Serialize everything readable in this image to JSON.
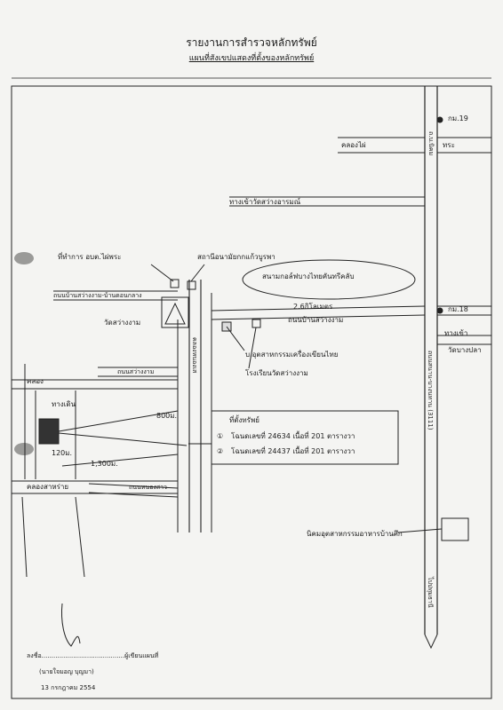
{
  "title": "รายงานการสำรวจหลักทรัพย์",
  "subtitle": "แผนที่สังเขปแสดงที่ตั้งของหลักทรัพย์",
  "labels": {
    "km19": "กม.19",
    "khlong_khai": "คลองไผ่",
    "road_north_left": "ถ.บ.นิคม",
    "road_north_right": "ทระ",
    "junction_wat": "ทางเข้าวัดสว่างอารมณ์",
    "subdistrict_office": "ที่ทำการ อบต.ไผ่พระ",
    "health_station": "สถานีอนามัยกกแก้วบูรพา",
    "golf_course": "สนามกอล์ฟบางไทยคันทรีคลับ",
    "road_bansawangngam": "ถนนบ้านสว่างงาม-บ้านดอนกลาง",
    "wat_sawang": "วัดสว่างงาม",
    "distance_26km": "2.6กิโลเมตร",
    "village_road": "ถนนบ้านสว่างงาม",
    "km18": "กม.18",
    "junction_wat_bangpla": "ทางเข้า",
    "wat_bangpla": "วัดบางปลา",
    "factory": "บ.อุตสาหกรรมเครื่องเขียนไทย",
    "school": "โรงเรียนวัดสว่างงาม",
    "khlong": "คลอง",
    "road_sawangngam": "ถนนสว่างงาม",
    "highway": "ถนนสนาน-บางนทาน (3111)",
    "irrigation_road": "คลองหนองเส",
    "walkway": "ทางเดิน",
    "dist_800": "800ม.",
    "dist_120": "120ม.",
    "dist_1300": "1,300ม.",
    "khlong_samrai": "คลองสาหร่าย",
    "road_nong_sao": "ถนนหนองสาว",
    "food_factory": "นิคมอุตสาหกรรมอาหารบ้านศึก",
    "to_bangkok": "ไปปทุมธานี"
  },
  "property_box": {
    "header": "ที่ตั้งทรัพย์",
    "items": [
      {
        "num": "①",
        "text": "โฉนดเลขที่ 24634 เนื้อที่ 201 ตารางวา"
      },
      {
        "num": "②",
        "text": "โฉนดเลขที่ 24437 เนื้อที่ 201 ตารางวา"
      }
    ]
  },
  "signature": {
    "sign_label": "ลงชื่อ..........................................ผู้เขียนแผนที่",
    "name": "(นายใจมอญ บุญมา)",
    "date": "13 กรกฎาคม 2554"
  }
}
